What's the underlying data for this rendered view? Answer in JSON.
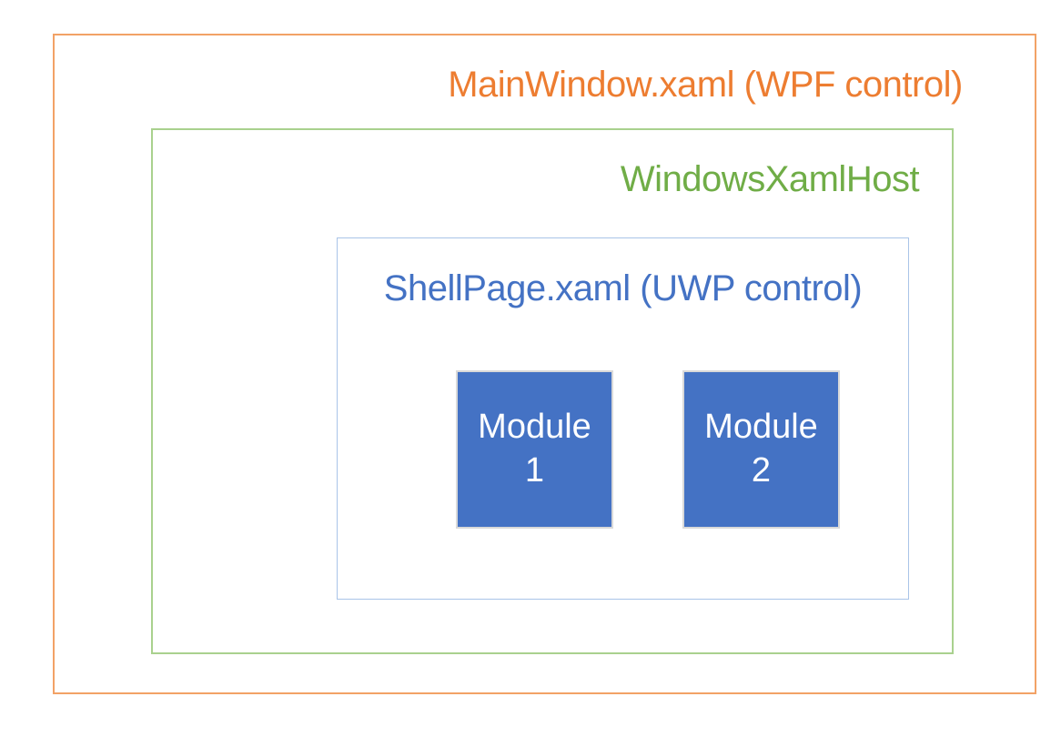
{
  "diagram": {
    "outer_box": {
      "label": "MainWindow.xaml (WPF control)",
      "text_color": "#ED7D31",
      "border_color": "#F2A266"
    },
    "host_box": {
      "label": "WindowsXamlHost",
      "text_color": "#70AD47",
      "border_color": "#A9D18E"
    },
    "shell_box": {
      "label": "ShellPage.xaml (UWP control)",
      "text_color": "#4472C4",
      "border_color": "#A9C4E8"
    },
    "modules": [
      {
        "lines": [
          "Module",
          "1"
        ]
      },
      {
        "lines": [
          "Module",
          "2"
        ]
      }
    ],
    "module_style": {
      "fill_color": "#4472C4",
      "border_color": "#D9D9D9",
      "text_color": "#FFFFFF"
    }
  }
}
